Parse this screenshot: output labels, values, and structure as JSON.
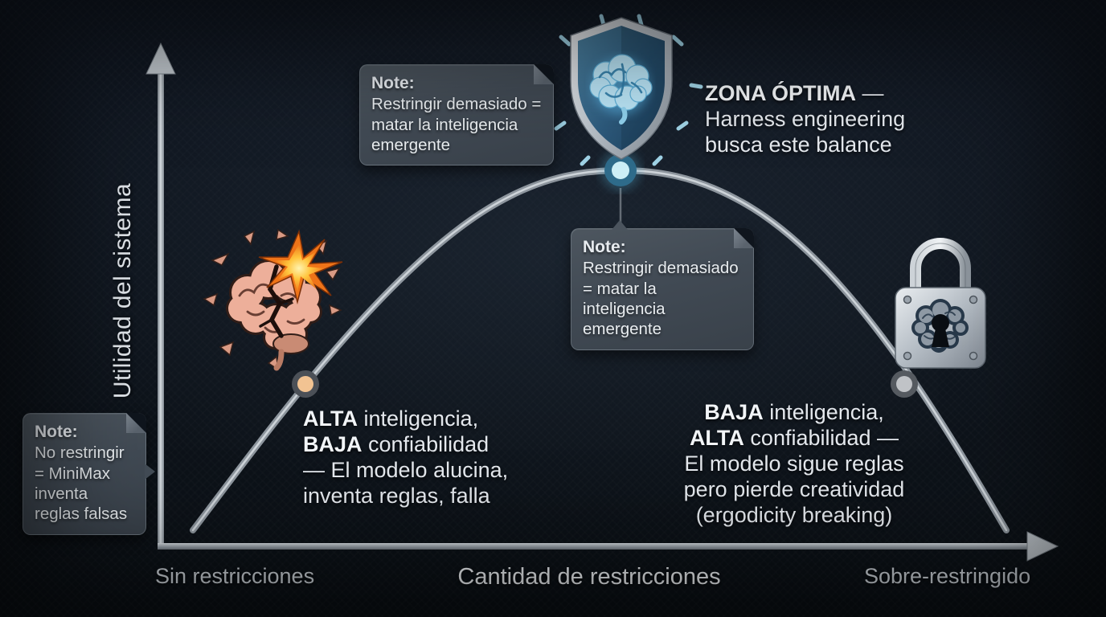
{
  "axes": {
    "y_label": "Utilidad del sistema",
    "x_label": "Cantidad de restricciones",
    "x_left": "Sin restricciones",
    "x_right": "Sobre-restringido"
  },
  "notes": {
    "top": {
      "title": "Note:",
      "l1": "Restringir demasiado =",
      "l2": "matar la inteligencia",
      "l3": "emergente"
    },
    "middle": {
      "title": "Note:",
      "l1": "Restringir demasiado",
      "l2": "= matar la inteligencia",
      "l3": "emergente"
    },
    "left": {
      "title": "Note:",
      "l1": "No restringir",
      "l2": "= MiniMax",
      "l3": "inventa",
      "l4": "reglas falsas"
    }
  },
  "annotations": {
    "optimal": {
      "l1b": "ZONA ÓPTIMA",
      "l1r": " —",
      "l2": "Harness engineering",
      "l3": "busca este balance"
    },
    "left_zone": {
      "l1b": "ALTA",
      "l1r": " inteligencia,",
      "l2b": "BAJA",
      "l2r": " confiabilidad",
      "l3": "— El modelo alucina,",
      "l4": "inventa reglas, falla"
    },
    "right_zone": {
      "l1b": "BAJA",
      "l1r": " inteligencia,",
      "l2b": "ALTA",
      "l2r": " confiabilidad —",
      "l3": "El modelo sigue reglas",
      "l4": "pero pierde creatividad",
      "l5": "(ergodicity breaking)"
    }
  },
  "icons": {
    "optimal_zone": "shield-with-glowing-brain",
    "unrestricted_zone": "exploding-cracked-brain",
    "overrestricted_zone": "padlock-with-brain-keyhole"
  },
  "colors": {
    "background": "#0f151d",
    "axis": "#aeb6be",
    "curve": "#b3bbc3",
    "note_box": "#454e58",
    "text": "#e7ebef",
    "dot_left_fill": "#f2c392",
    "dot_left_ring": "#4b5057",
    "dot_apex_fill": "#cdeff6",
    "dot_apex_ring": "#2e6b8a",
    "dot_right_fill": "#c0c3c7",
    "dot_right_ring": "#555a60",
    "glow_blue": "#8fd6f2",
    "explosion_orange": "#f07c20",
    "brain_pink": "#edaf9a"
  },
  "chart_data": {
    "type": "line",
    "title": "Utilidad del sistema vs Cantidad de restricciones (curva en U invertida)",
    "xlabel": "Cantidad de restricciones",
    "ylabel": "Utilidad del sistema",
    "x_annotations": [
      "Sin restricciones",
      "Sobre-restringido"
    ],
    "curve_shape": "inverted-U",
    "x": [
      0,
      0.14,
      0.5,
      0.86,
      1
    ],
    "y": [
      0.03,
      0.42,
      1.0,
      0.42,
      0.02
    ],
    "points": [
      {
        "x": 0.14,
        "y": 0.42,
        "color": "#f2c392",
        "label": "ALTA inteligencia, BAJA confiabilidad — El modelo alucina, inventa reglas, falla"
      },
      {
        "x": 0.5,
        "y": 1.0,
        "color": "#cdeff6",
        "label": "ZONA ÓPTIMA — Harness engineering busca este balance"
      },
      {
        "x": 0.86,
        "y": 0.42,
        "color": "#c0c3c7",
        "label": "BAJA inteligencia, ALTA confiabilidad — El modelo sigue reglas pero pierde creatividad (ergodicity breaking)"
      }
    ],
    "legend": "none",
    "grid": false
  }
}
